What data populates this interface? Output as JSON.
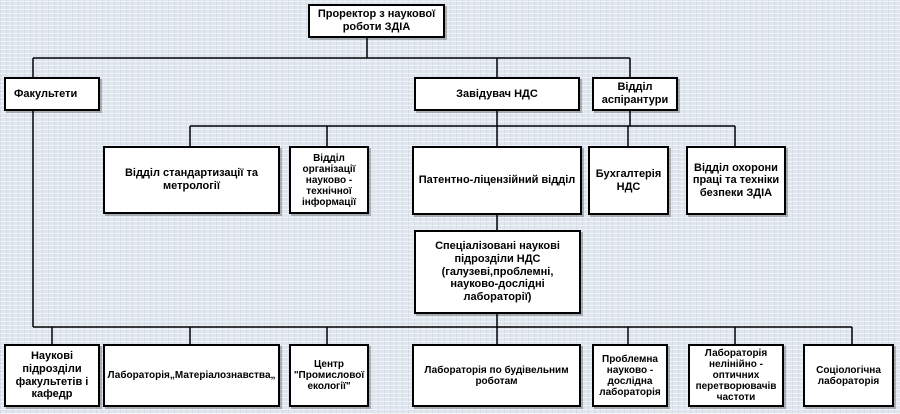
{
  "boxes": {
    "prorector": "Проректор з наукової\nроботи ЗДІА",
    "faculties": "Факультети",
    "ndc_head": "Завідувач НДС",
    "postgrad": "Відділ\nаспірантури",
    "standard": "Відділ стандартизації та\nметрології",
    "sci_info": "Відділ\nорганізації\nнауково -\nтехнічної\nінформації",
    "patent": "Патентно-ліцензійний відділ",
    "accounting": "Бухгалтерія\nНДС",
    "labor_safety": "Відділ охорони\nпраці та техніки\nбезпеки ЗДІА",
    "specialized": "Спеціалізовані наукові\nпідрозділи НДС\n(галузеві,проблемні,\nнауково-дослідні\nлабораторії)",
    "faculty_units": "Наукові\nпідрозділи\nфакультетів і\nкафедр",
    "materials_lab": "Лабораторія„Матеріалознавства„",
    "ecology_center": "Центр\n\"Промислової\nекології\"",
    "building_lab": "Лабораторія по будівельним\nроботам",
    "problem_lab": "Проблемна\nнауково -\nдослідна\nлабораторія",
    "optics_lab": "Лабораторія\nнелінійно -\nоптичних\nперетворювачів\nчастоти",
    "sociology_lab": "Соціологічна\nлабораторія"
  }
}
